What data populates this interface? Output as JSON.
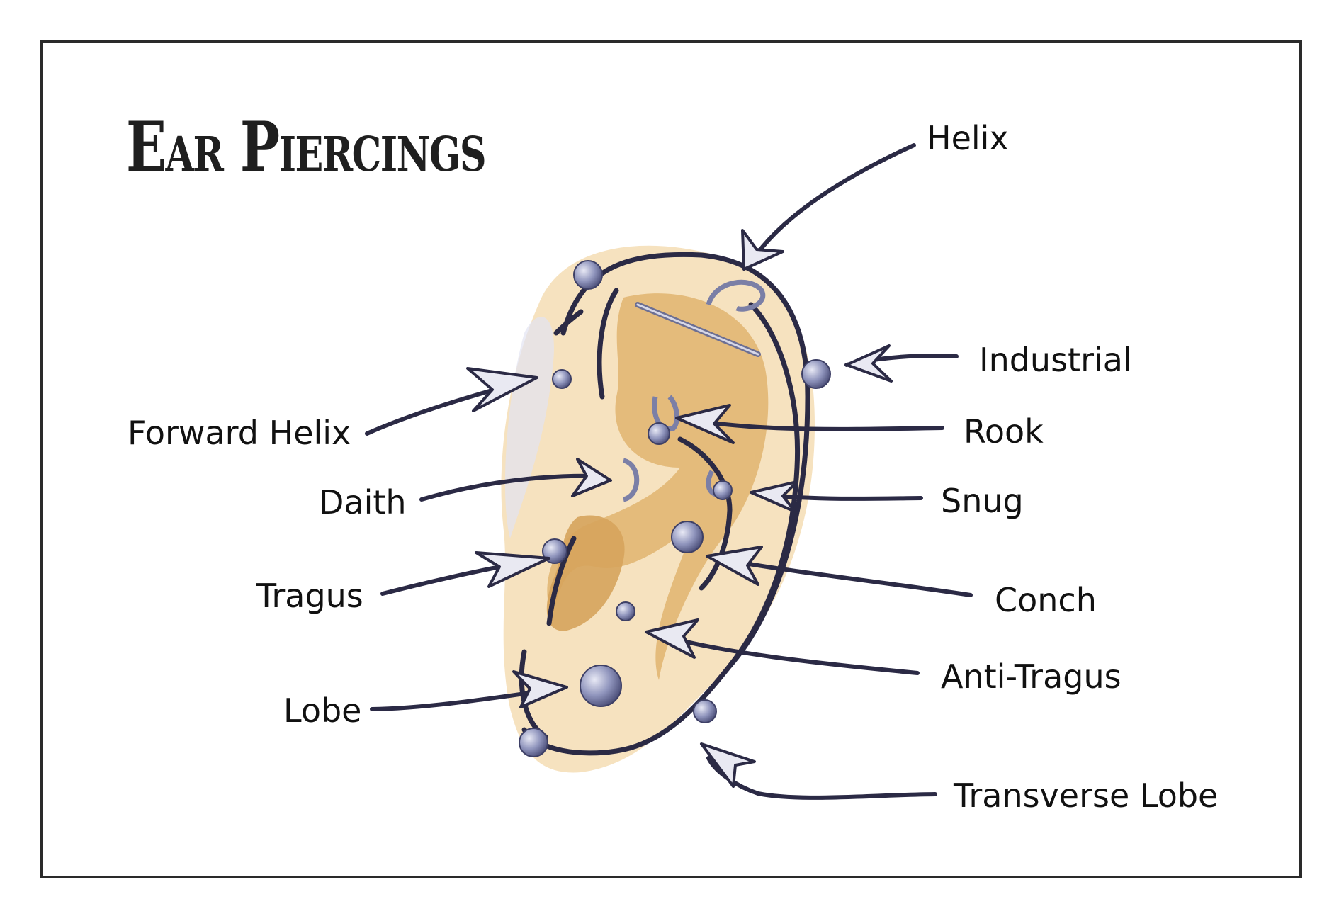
{
  "title": "Ear Piercings",
  "labels": {
    "helix": "Helix",
    "industrial": "Industrial",
    "forward_helix": "Forward Helix",
    "rook": "Rook",
    "daith": "Daith",
    "snug": "Snug",
    "tragus": "Tragus",
    "conch": "Conch",
    "anti_tragus": "Anti-Tragus",
    "lobe": "Lobe",
    "transverse_lobe": "Transverse Lobe"
  },
  "colors": {
    "ink": "#2b2a45",
    "skin": "#f3d6a2",
    "skin_shadow": "#d9a760",
    "stud": "#8f93b8",
    "frame": "#2a2a2a"
  }
}
